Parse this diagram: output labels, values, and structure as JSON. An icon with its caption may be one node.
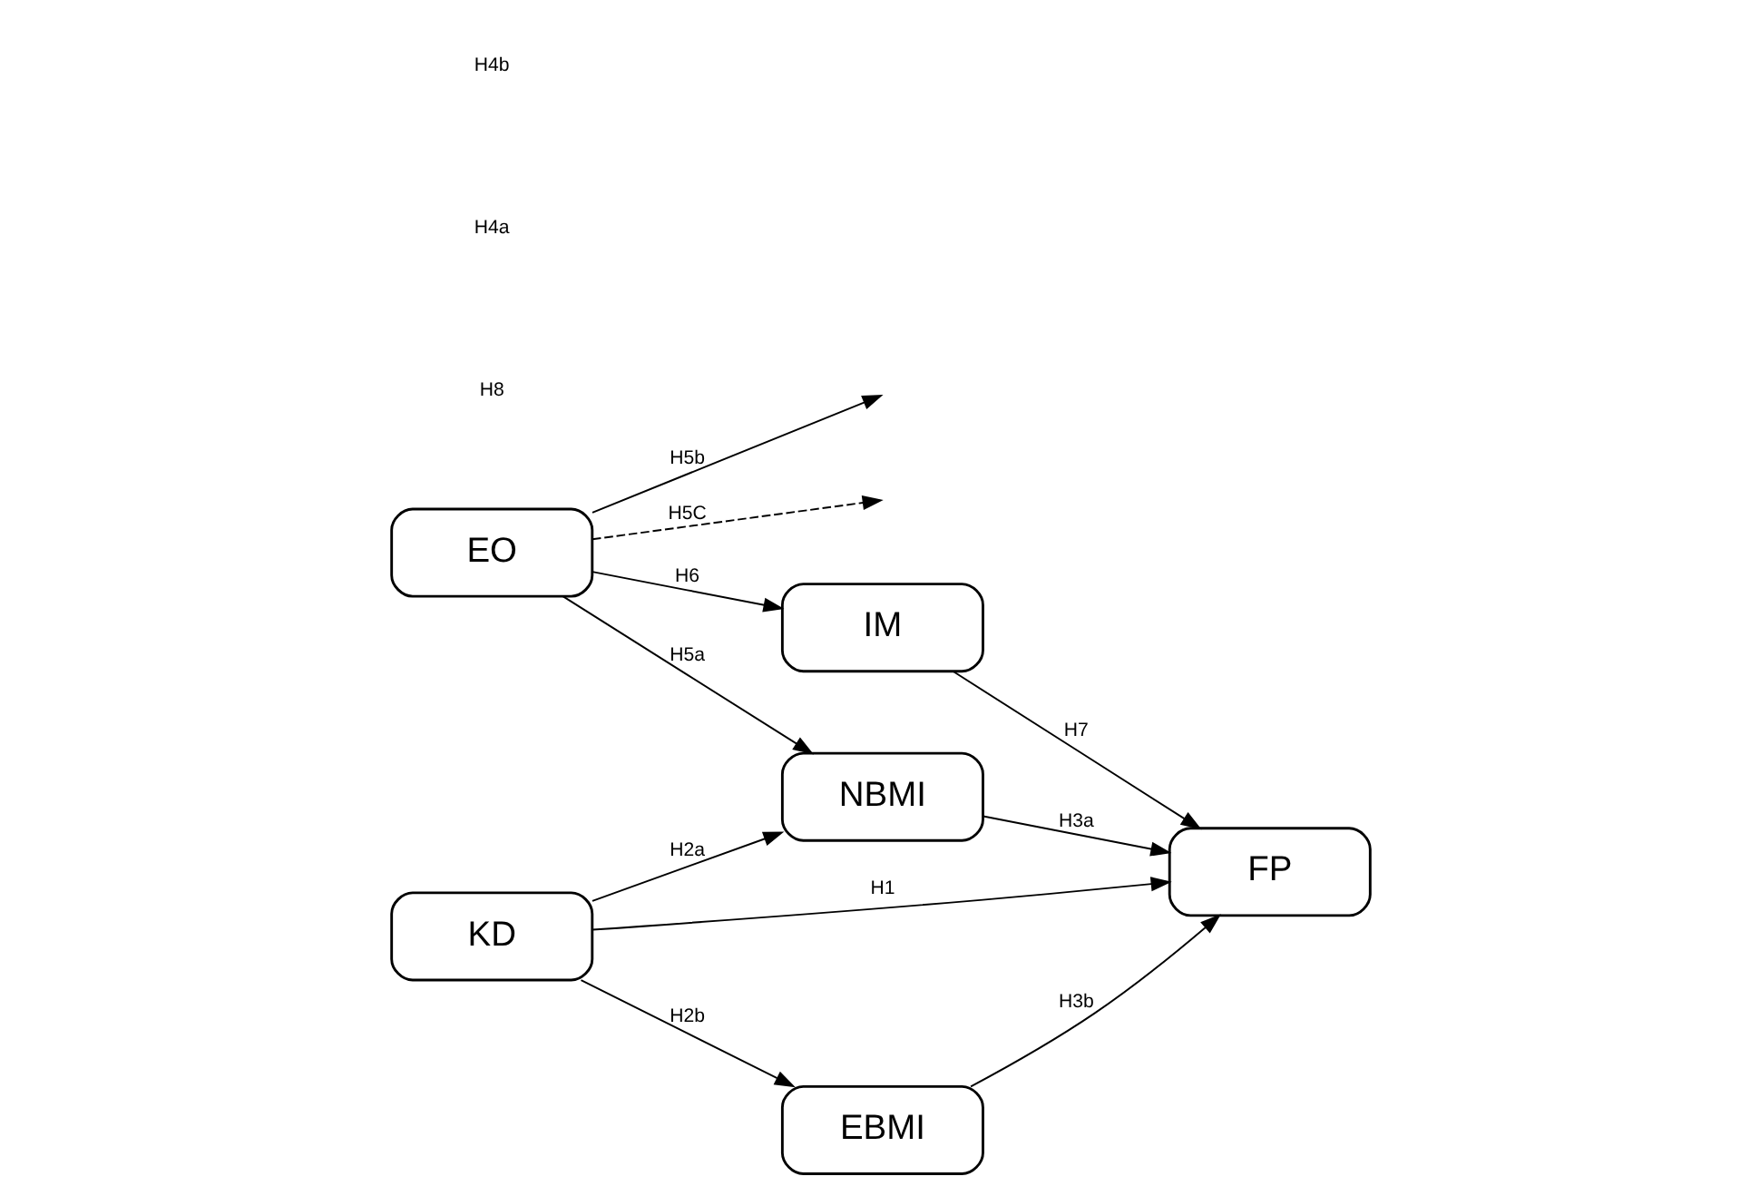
{
  "diagram": {
    "nodes": [
      {
        "text": [
          "EO"
        ]
      },
      {
        "text": [
          "IM"
        ]
      },
      {
        "text": [
          "NBMI"
        ]
      },
      {
        "text": [
          "KD"
        ]
      },
      {
        "text": [
          "FP"
        ]
      },
      {
        "text": [
          "EBMI"
        ]
      }
    ],
    "edges": [
      {
        "from": 0,
        "to": 1,
        "arrow": "to",
        "label": "H6"
      },
      {
        "from": 1,
        "to": 4,
        "arrow": "to",
        "label": "H7"
      },
      {
        "from": 0,
        "to": 2,
        "arrow": "to",
        "label": "H5a"
      },
      {
        "from": 0,
        "to": null,
        "arrow": "to",
        "label": "H5b"
      },
      {
        "from": 0,
        "to": null,
        "arrow": "to",
        "label": "H5C",
        "style": "dashed"
      },
      {
        "from": 3,
        "to": 2,
        "arrow": "to",
        "label": "H2a"
      },
      {
        "from": 3,
        "to": 4,
        "arrow": "to",
        "label": "H1"
      },
      {
        "from": 3,
        "to": 5,
        "arrow": "to",
        "label": "H2b"
      },
      {
        "from": 2,
        "to": 4,
        "arrow": "to",
        "label": "H3a"
      },
      {
        "from": 5,
        "to": 4,
        "arrow": "to",
        "label": "H3b"
      }
    ],
    "labels": [
      "H8",
      "H4a",
      "H4b"
    ]
  }
}
